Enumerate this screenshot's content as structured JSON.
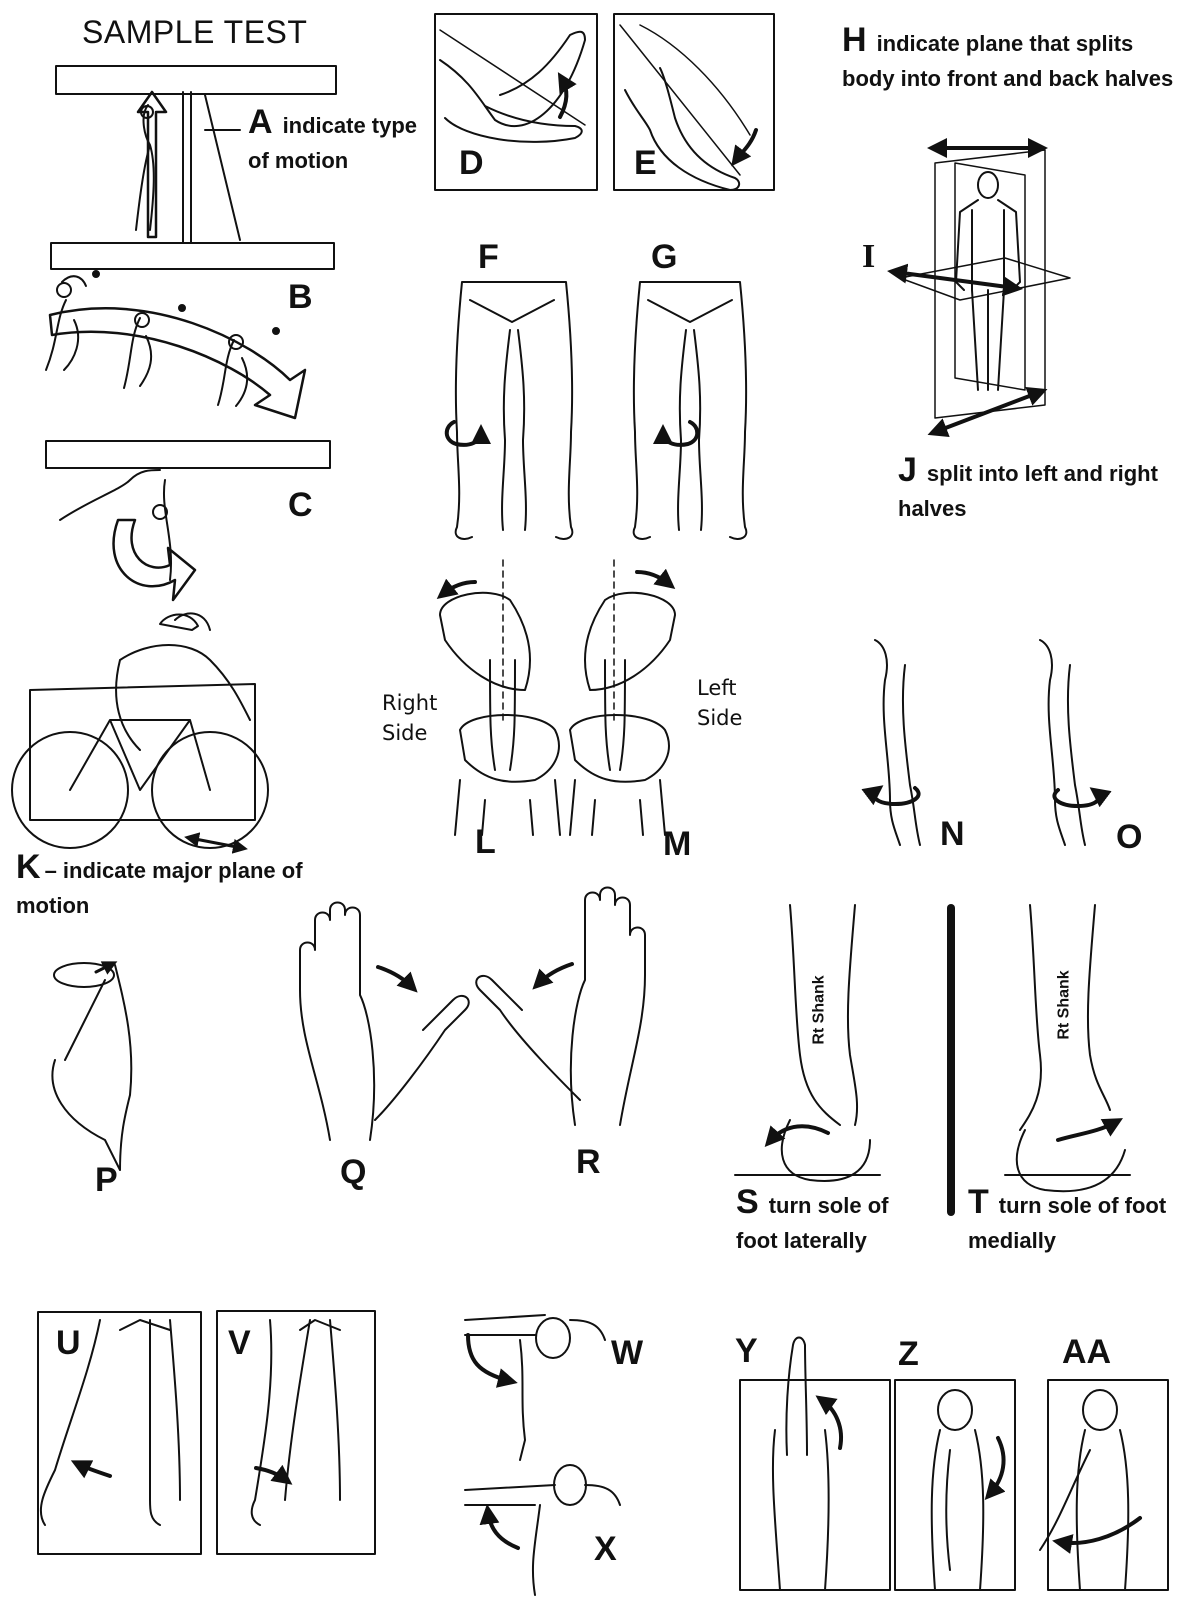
{
  "title": "SAMPLE TEST",
  "labels": {
    "A": "A",
    "B": "B",
    "C": "C",
    "D": "D",
    "E": "E",
    "F": "F",
    "G": "G",
    "H": "H",
    "I": "I",
    "J": "J",
    "K": "K",
    "L": "L",
    "M": "M",
    "N": "N",
    "O": "O",
    "P": "P",
    "Q": "Q",
    "R": "R",
    "S": "S",
    "T": "T",
    "U": "U",
    "V": "V",
    "W": "W",
    "X": "X",
    "Y": "Y",
    "Z": "Z",
    "AA": "AA"
  },
  "captions": {
    "A": "indicate type of motion",
    "H": "indicate plane that splits body into front and back halves",
    "J": "split into left and right halves",
    "K": "– indicate major plane of motion",
    "S": "turn sole of foot laterally",
    "T": "turn sole of foot medially"
  },
  "side_labels": {
    "right": "Right Side",
    "left": "Left Side"
  },
  "shank_labels": {
    "S": "Rt Shank",
    "T": "Rt Shank"
  },
  "colors": {
    "ink": "#111111",
    "background": "#ffffff"
  }
}
